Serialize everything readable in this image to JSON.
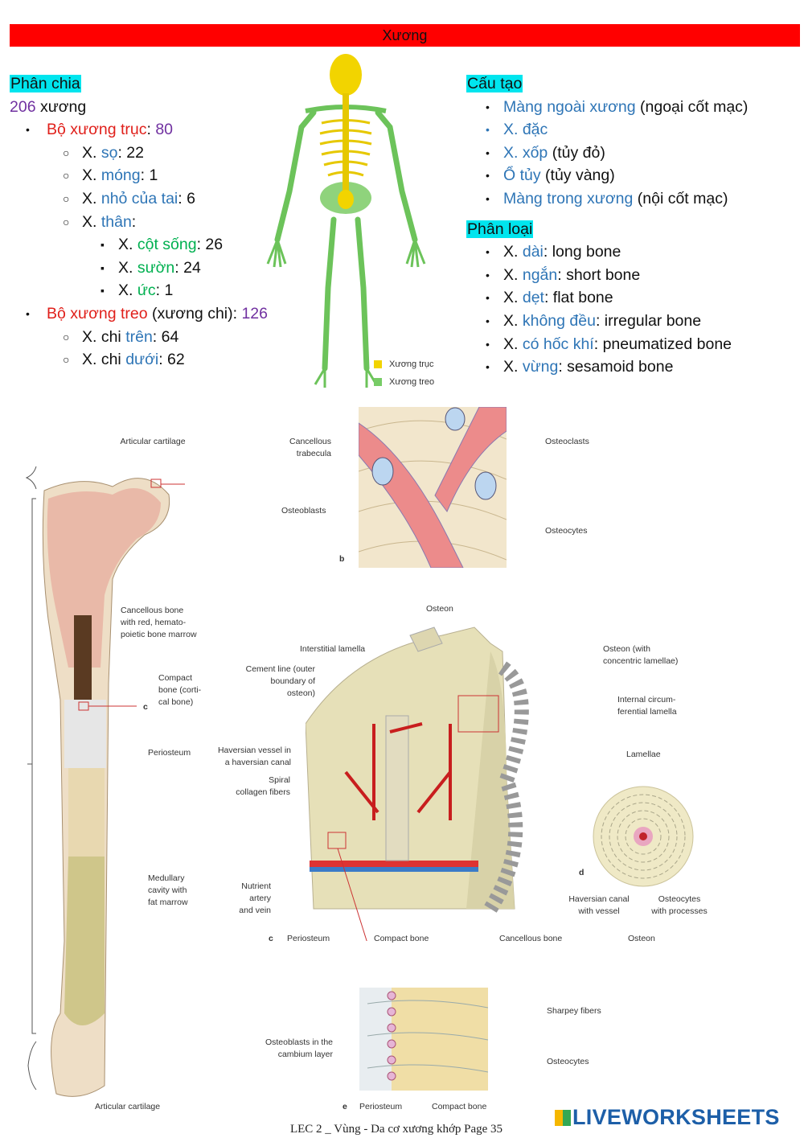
{
  "header": {
    "title": "Xương"
  },
  "colors": {
    "red": "#e0201b",
    "purple": "#7030a0",
    "blue": "#2e75b6",
    "green": "#00b050",
    "black": "#111111",
    "highlight": "#00e5ee",
    "header_bar": "#ff0000"
  },
  "left": {
    "heading": "Phân chia",
    "lines": [
      {
        "level": 0,
        "bullet": "",
        "segs": [
          {
            "t": "206",
            "c": "purple"
          },
          {
            "t": " xương",
            "c": "black"
          }
        ]
      },
      {
        "level": 1,
        "bullet": "•",
        "segs": [
          {
            "t": "Bộ xương trục",
            "c": "red"
          },
          {
            "t": ": ",
            "c": "black"
          },
          {
            "t": "80",
            "c": "purple"
          }
        ]
      },
      {
        "level": 2,
        "bullet": "○",
        "segs": [
          {
            "t": "X. ",
            "c": "black"
          },
          {
            "t": "sọ",
            "c": "blue"
          },
          {
            "t": ": 22",
            "c": "black"
          }
        ]
      },
      {
        "level": 2,
        "bullet": "○",
        "segs": [
          {
            "t": "X. ",
            "c": "black"
          },
          {
            "t": "móng",
            "c": "blue"
          },
          {
            "t": ": 1",
            "c": "black"
          }
        ]
      },
      {
        "level": 2,
        "bullet": "○",
        "segs": [
          {
            "t": "X. ",
            "c": "black"
          },
          {
            "t": "nhỏ của tai",
            "c": "blue"
          },
          {
            "t": ": 6",
            "c": "black"
          }
        ]
      },
      {
        "level": 2,
        "bullet": "○",
        "segs": [
          {
            "t": "X. ",
            "c": "black"
          },
          {
            "t": "thân",
            "c": "blue"
          },
          {
            "t": ":",
            "c": "black"
          }
        ]
      },
      {
        "level": 3,
        "bullet": "▪",
        "segs": [
          {
            "t": "X. ",
            "c": "black"
          },
          {
            "t": "cột sống",
            "c": "green"
          },
          {
            "t": ": 26",
            "c": "black"
          }
        ]
      },
      {
        "level": 3,
        "bullet": "▪",
        "segs": [
          {
            "t": "X. ",
            "c": "black"
          },
          {
            "t": "sườn",
            "c": "green"
          },
          {
            "t": ": 24",
            "c": "black"
          }
        ]
      },
      {
        "level": 3,
        "bullet": "▪",
        "segs": [
          {
            "t": "X. ",
            "c": "black"
          },
          {
            "t": "ức",
            "c": "green"
          },
          {
            "t": ": 1",
            "c": "black"
          }
        ]
      },
      {
        "level": 1,
        "bullet": "•",
        "segs": [
          {
            "t": "Bộ xương treo",
            "c": "red"
          },
          {
            "t": " (xương chi): ",
            "c": "black"
          },
          {
            "t": "126",
            "c": "purple"
          }
        ]
      },
      {
        "level": 2,
        "bullet": "○",
        "segs": [
          {
            "t": "X. chi ",
            "c": "black"
          },
          {
            "t": "trên",
            "c": "blue"
          },
          {
            "t": ": 64",
            "c": "black"
          }
        ]
      },
      {
        "level": 2,
        "bullet": "○",
        "segs": [
          {
            "t": "X. chi ",
            "c": "black"
          },
          {
            "t": "dưới",
            "c": "blue"
          },
          {
            "t": ": 62",
            "c": "black"
          }
        ]
      }
    ]
  },
  "right": {
    "structure_heading": "Cấu tạo",
    "structure": [
      {
        "bullet_color": "black",
        "segs": [
          {
            "t": "Màng ngoài xương",
            "c": "blue"
          },
          {
            "t": " (ngoại cốt mạc)",
            "c": "black"
          }
        ]
      },
      {
        "bullet_color": "blue",
        "segs": [
          {
            "t": "X. đặc",
            "c": "blue"
          }
        ]
      },
      {
        "bullet_color": "black",
        "segs": [
          {
            "t": "X. xốp",
            "c": "blue"
          },
          {
            "t": " (tủy đỏ)",
            "c": "black"
          }
        ]
      },
      {
        "bullet_color": "black",
        "segs": [
          {
            "t": "Ổ tủy",
            "c": "blue"
          },
          {
            "t": " (tủy vàng)",
            "c": "black"
          }
        ]
      },
      {
        "bullet_color": "black",
        "segs": [
          {
            "t": "Màng trong xương",
            "c": "blue"
          },
          {
            "t": " (nội cốt mạc)",
            "c": "black"
          }
        ]
      }
    ],
    "types_heading": "Phân loại",
    "types": [
      {
        "bullet_color": "black",
        "segs": [
          {
            "t": "X. ",
            "c": "black"
          },
          {
            "t": "dài",
            "c": "blue"
          },
          {
            "t": ": long bone",
            "c": "black"
          }
        ]
      },
      {
        "bullet_color": "black",
        "segs": [
          {
            "t": "X. ",
            "c": "black"
          },
          {
            "t": "ngắn",
            "c": "blue"
          },
          {
            "t": ": short bone",
            "c": "black"
          }
        ]
      },
      {
        "bullet_color": "black",
        "segs": [
          {
            "t": "X. ",
            "c": "black"
          },
          {
            "t": "dẹt",
            "c": "blue"
          },
          {
            "t": ": flat bone",
            "c": "black"
          }
        ]
      },
      {
        "bullet_color": "black",
        "segs": [
          {
            "t": "X. ",
            "c": "black"
          },
          {
            "t": "không đều",
            "c": "blue"
          },
          {
            "t": ": irregular bone",
            "c": "black"
          }
        ]
      },
      {
        "bullet_color": "black",
        "segs": [
          {
            "t": "X. ",
            "c": "black"
          },
          {
            "t": "có hốc khí",
            "c": "blue"
          },
          {
            "t": ": pneumatized bone",
            "c": "black"
          }
        ]
      },
      {
        "bullet_color": "black",
        "segs": [
          {
            "t": "X. ",
            "c": "black"
          },
          {
            "t": "vừng",
            "c": "blue"
          },
          {
            "t": ": sesamoid bone",
            "c": "black"
          }
        ]
      }
    ]
  },
  "skeleton_legend": [
    {
      "label": "Xương trục",
      "color": "#f2d400"
    },
    {
      "label": "Xương treo",
      "color": "#77cc66"
    }
  ],
  "diagram": {
    "articular_top": "Articular cartilage",
    "cancellous_trabecula": "Cancellous\ntrabecula",
    "osteoblasts": "Osteoblasts",
    "osteoclasts": "Osteoclasts",
    "osteocytes_b": "Osteocytes",
    "panel_b": "b",
    "cancellous_red": "Cancellous bone\nwith red, hemato-\npoietic bone marrow",
    "compact_cortical": "Compact\nbone (corti-\ncal bone)",
    "arrow_c": "c",
    "periosteum_a": "Periosteum",
    "medullary": "Medullary\ncavity with\nfat marrow",
    "articular_bottom": "Articular cartilage",
    "osteon_top": "Osteon",
    "interstitial": "Interstitial lamella",
    "cement_line": "Cement line (outer\nboundary of\nosteon)",
    "osteon_concentric": "Osteon (with\nconcentric lamellae)",
    "internal_circ": "Internal circum-\nferential lamella",
    "haversian_vessel": "Haversian vessel in\na haversian canal",
    "spiral": "Spiral\ncollagen fibers",
    "lamellae": "Lamellae",
    "panel_d": "d",
    "nutrient": "Nutrient\nartery\nand vein",
    "haversian_canal": "Haversian canal\nwith vessel",
    "osteocytes_proc": "Osteocytes\nwith processes",
    "panel_c": "c",
    "periosteum_c": "Periosteum",
    "compact_c": "Compact bone",
    "cancellous_c": "Cancellous bone",
    "osteon_d": "Osteon",
    "sharpey": "Sharpey fibers",
    "osteoblasts_cambium": "Osteoblasts in the\ncambium layer",
    "osteocytes_e": "Osteocytes",
    "panel_e": "e",
    "periosteum_e": "Periosteum",
    "compact_e": "Compact bone"
  },
  "footer": "LEC 2 _ Vùng - Da cơ xương khớp Page 35",
  "watermark": "LIVEWORKSHEETS"
}
